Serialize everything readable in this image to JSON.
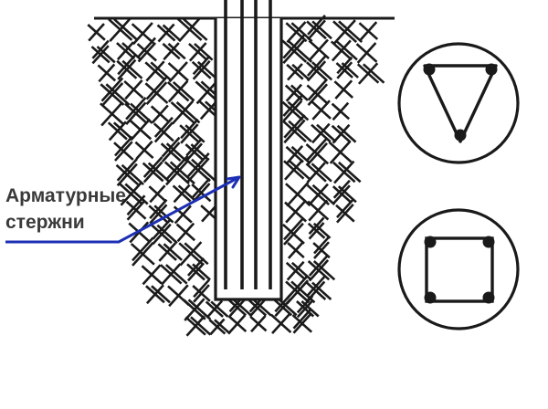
{
  "callout": {
    "line1": "Арматурные",
    "line2": "стержни"
  },
  "colors": {
    "ink": "#1a1a1a",
    "hatch": "#1a1a1a",
    "leader": "#1c2fb5",
    "text": "#3a3a3a",
    "background": "#ffffff"
  },
  "sections": [
    {
      "name": "triangular-section",
      "rods": 3
    },
    {
      "name": "square-section",
      "rods": 4
    }
  ]
}
